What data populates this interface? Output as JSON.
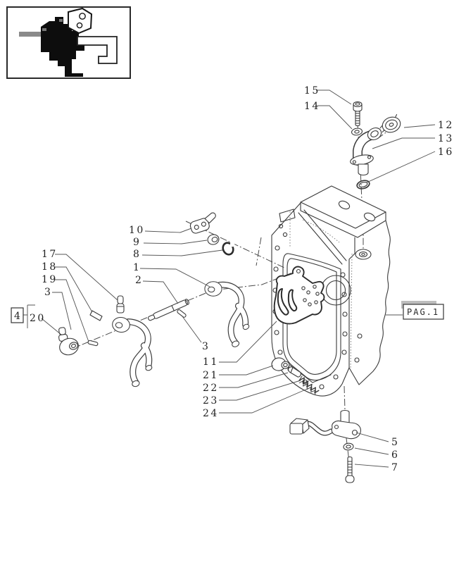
{
  "page_ref": {
    "label": "PAG.1"
  },
  "ref_box": {
    "label": "4"
  },
  "callouts": {
    "c1": "1",
    "c2": "2",
    "c3_left": "3",
    "c3_mid": "3",
    "c5": "5",
    "c6": "6",
    "c7": "7",
    "c8": "8",
    "c9": "9",
    "c10": "10",
    "c11": "11",
    "c12": "12",
    "c13": "13",
    "c14": "14",
    "c15": "15",
    "c16": "16",
    "c17": "17",
    "c18": "18",
    "c19": "19",
    "c20": "20",
    "c21": "21",
    "c22": "22",
    "c23": "23",
    "c24": "24"
  },
  "colors": {
    "line_color": "#3a3a3a",
    "shadow_color": "#bdbdbd",
    "silhouette_color": "#0d0d0d",
    "background": "#ffffff"
  }
}
